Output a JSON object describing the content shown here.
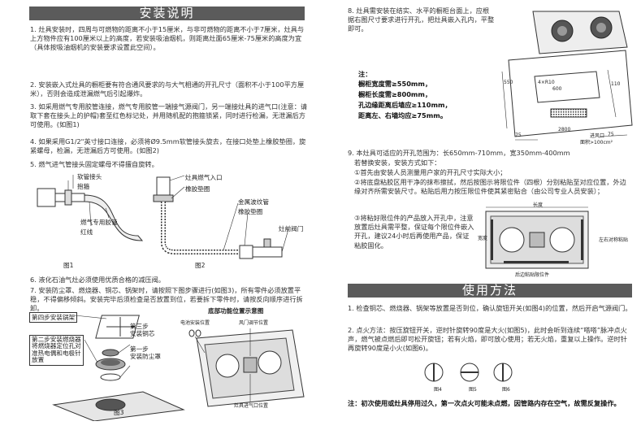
{
  "left": {
    "title": "安装说明",
    "items": [
      "1. 灶具安装时，四周与可燃物的距离不小于15厘米，与非可燃物的距离不小于7厘米，灶具与上方物件应有100厘米以上的高度，若安装吸油烟机，则距离灶面65厘米-75厘米的高度为宜（具体按吸油烟机的安装要求设置此空间）。",
      "2. 安装嵌入式灶具的橱柜要有符合通风要求的与大气相通的开孔尺寸（面积不小于100平方厘米），否则会造成泄漏燃气后引起爆炸。",
      "3. 如采用燃气专用胶管连接，燃气专用胶管一端接气源阀门，另一端接灶具的进气口(注意：请取下套在接头上的护帽)套至红色标记处，并用随机配的抱箍锁紧，同时进行检漏，无泄漏后方可使用。(如图1)",
      "4. 如果采用G1/2\"英寸接口连接，必须将Ø9.5mm软管接头旋去，在接口处垫上橡胶垫圈，旋紧螺母，检漏，无泄漏后方可使用。(如图2)",
      "5. 燃气进气管接头固定螺母不得擅自旋转。"
    ],
    "fig1": {
      "labels": [
        "软管接头",
        "抱箍",
        "燃气专用胶管",
        "红线"
      ],
      "caption": "图1"
    },
    "fig2": {
      "labels": [
        "灶具燃气入口",
        "橡胶垫圈",
        "金属波纹管",
        "橡胶垫圈",
        "灶前阀门"
      ],
      "caption": "图2"
    },
    "items_b": [
      "6. 液化石油气灶必须使用优质合格的减压阀。",
      "7. 安装防尘罩、燃烧器、铜芯、锅架时，请按照下图步骤进行(如图3)，所有零件必须放置平稳，不得偏移倾斜。安装完毕后须检查是否放置到位，若要拆下零件时，请按反向顺序进行拆卸。"
    ],
    "fig3": {
      "steps": [
        "第四步安装锅架",
        "第三步\n安装铜芯",
        "第二步安装燃烧器\n将燃烧器定位孔对\n准热电偶和电极针\n放置",
        "第一步\n安装防尘罩"
      ],
      "caption": "图3"
    },
    "bottom": {
      "title": "底部功能位置示意图",
      "labels": [
        "电池安装位置",
        "风门调节位置",
        "灶具进气口位置"
      ]
    }
  },
  "right": {
    "item8": "8. 灶具需安装在结实、水平的橱柜台面上，应根据右图尺寸要求进行开孔，把灶具嵌入孔内，平整即可。",
    "note_label": "注：",
    "notes": [
      "橱柜宽度需≥550mm，",
      "橱柜长度需≥800mm，",
      "孔边缘距离后墙应≥110mm，",
      "距离左、右墙均应≥75mm。"
    ],
    "dims": [
      "75",
      "75",
      "2800",
      "4×R10",
      "600",
      "110",
      "550",
      "面积>100cm²",
      "进风口"
    ],
    "item9": [
      "9. 本灶具可适应的开孔范围为：长650mm-710mm，宽350mm-400mm",
      "若替换安装，安装方式如下：",
      "①首先由安装人员测量用户家的开孔尺寸实际大小；",
      "②将底盘粘胶区用干净的抹布擦拭，然后按图示将限位件（四根）分别粘贴至对应位置，外边缘对齐所需安装尺寸。粘贴后用力按压限位件使其紧密贴合（由公司专业人员安装）；",
      "③将粘好限位件的产品放入开孔中，注意放置后灶具需平整，保证每个限位件嵌入开孔，建议24小时后再使用产品，保证粘胶固化。"
    ],
    "fig9": {
      "top": "长度",
      "left": "宽度",
      "right": "左右对称粘贴",
      "bottom": "后边粘贴限位件"
    },
    "title": "使用方法",
    "use": [
      "1. 检查铜芯、燃烧器、锅架等放置是否到位，确认旋钮开关(如图4)的位置，然后开启气源阀门。",
      "2. 点火方法：按压旋钮开关，逆时针旋转90度是大火(如图5)，此时会听到连续“嗒嗒”脉冲点火声，燃气被点燃后即可松开旋钮；若有火焰，即可放心使用；若无火焰，重复以上操作。逆时针再旋转90度是小火(如图6)。"
    ],
    "knobs": [
      "图4",
      "图5",
      "图6"
    ],
    "final_note": "注：初次使用或灶具停用过久，第一次点火可能未点燃，因管路内存在空气，故需反复操作。"
  }
}
